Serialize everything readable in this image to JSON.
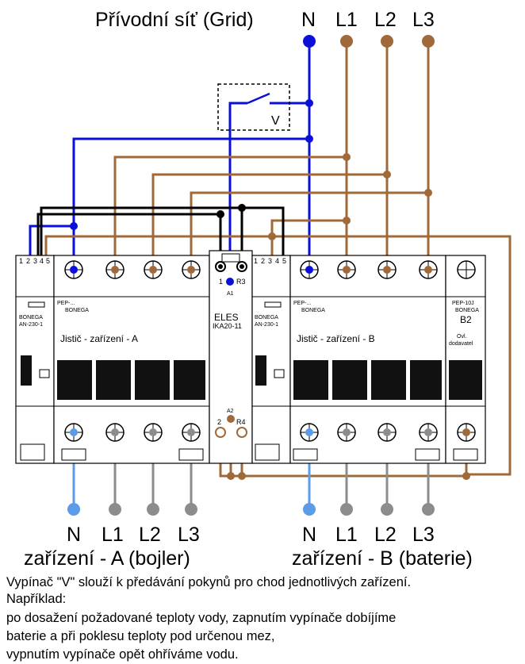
{
  "header": {
    "grid_label": "Přívodní síť (Grid)",
    "terminals": [
      "N",
      "L1",
      "L2",
      "L3"
    ]
  },
  "switch_v": {
    "label": "V"
  },
  "relay_left": {
    "pins": [
      "1",
      "2",
      "3",
      "4",
      "5"
    ],
    "brand": "BONEGA",
    "model": "AN-230-1"
  },
  "relay_right": {
    "pins": [
      "1",
      "2",
      "3",
      "4",
      "5"
    ],
    "brand": "BONEGA",
    "model": "AN-230-1"
  },
  "breaker_a": {
    "series": "PEP-...",
    "brand": "BONEGA",
    "label": "Jistič - zařízení - A"
  },
  "breaker_b": {
    "series": "PEP-...",
    "brand": "BONEGA",
    "label": "Jistič - zařízení - B"
  },
  "contactor": {
    "brand": "ELES",
    "model": "IKA20-11",
    "terminal_a1": "A1",
    "terminal_a2": "A2",
    "top_pins": [
      "1",
      "R3"
    ],
    "bottom_pins": [
      "2",
      "R4"
    ]
  },
  "breaker_b2": {
    "series": "PEP-10J",
    "brand": "BONEGA",
    "label": "B2",
    "caption_1": "Ovl.",
    "caption_2": "dodavatel"
  },
  "outputs": {
    "a_terminals": [
      "N",
      "L1",
      "L2",
      "L3"
    ],
    "b_terminals": [
      "N",
      "L1",
      "L2",
      "L3"
    ],
    "a_label": "zařízení - A (bojler)",
    "b_label": "zařízení - B (baterie)"
  },
  "note": {
    "line1": "Vypínač \"V\" slouží k předávání pokynů pro chod jednotlivých zařízení.",
    "line2": "Například:",
    "line3": "po dosažení požadované teploty vody, zapnutím vypínače dobíjíme",
    "line4": "baterie a při poklesu teploty pod určenou mez,",
    "line5": "vypnutím vypínače opět ohříváme vodu."
  },
  "colors": {
    "neutral": "#0a10d8",
    "phase": "#a0693a",
    "neutral_out": "#5b9be8",
    "phase_out": "#8c8c8c",
    "control": "#000000"
  }
}
